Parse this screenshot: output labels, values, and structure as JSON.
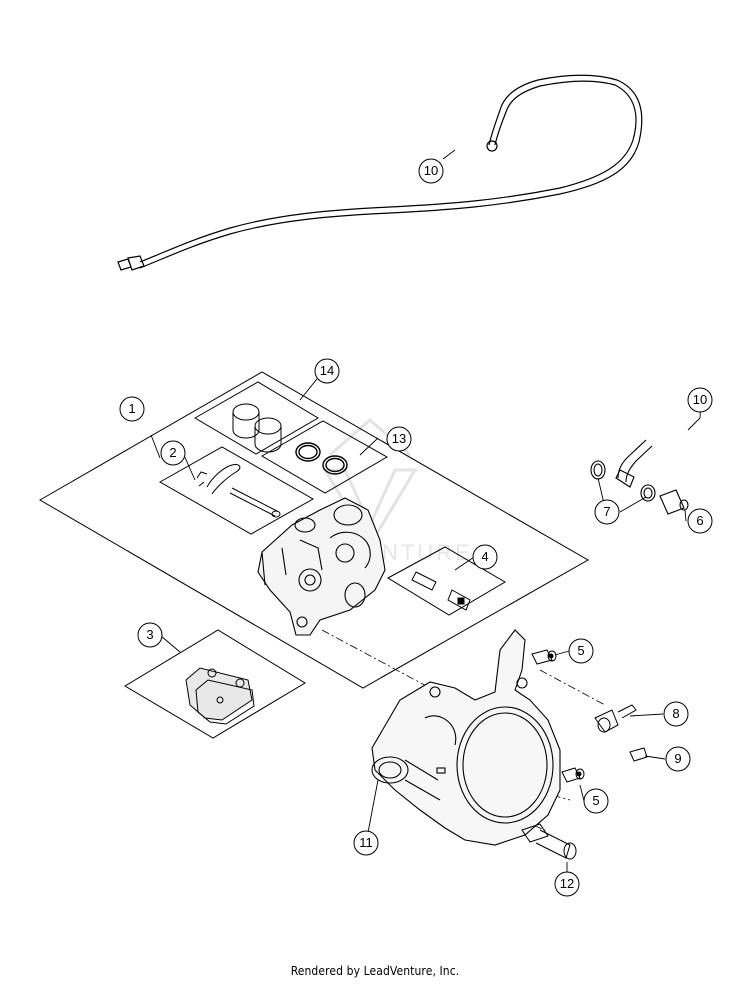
{
  "diagram": {
    "watermark": "LEADVENTURE",
    "footer": "Rendered by LeadVenture, Inc.",
    "callouts": [
      "1",
      "2",
      "3",
      "4",
      "5",
      "5",
      "6",
      "7",
      "8",
      "9",
      "10",
      "10",
      "11",
      "12",
      "13",
      "14"
    ]
  },
  "colors": {
    "line": "#000000",
    "part_shade": "#888888",
    "watermark": "#e6e6e6"
  },
  "parts": [
    {
      "ref": "brake-line-upper",
      "callout": "10"
    },
    {
      "ref": "brake-caliper-assembly",
      "callout": "1"
    },
    {
      "ref": "pad-pin-kit",
      "callout": "2"
    },
    {
      "ref": "brake-pads",
      "callout": "3"
    },
    {
      "ref": "bleeder-kit",
      "callout": "4"
    },
    {
      "ref": "screw",
      "callout": "5"
    },
    {
      "ref": "banjo-bolt",
      "callout": "6"
    },
    {
      "ref": "seal-ring",
      "callout": "7"
    },
    {
      "ref": "fitting",
      "callout": "8"
    },
    {
      "ref": "screw-small",
      "callout": "9"
    },
    {
      "ref": "brake-line-fitting",
      "callout": "10"
    },
    {
      "ref": "caliper-support",
      "callout": "11"
    },
    {
      "ref": "axle-bushing",
      "callout": "12"
    },
    {
      "ref": "piston-seal-kit",
      "callout": "13"
    },
    {
      "ref": "piston-kit",
      "callout": "14"
    }
  ]
}
